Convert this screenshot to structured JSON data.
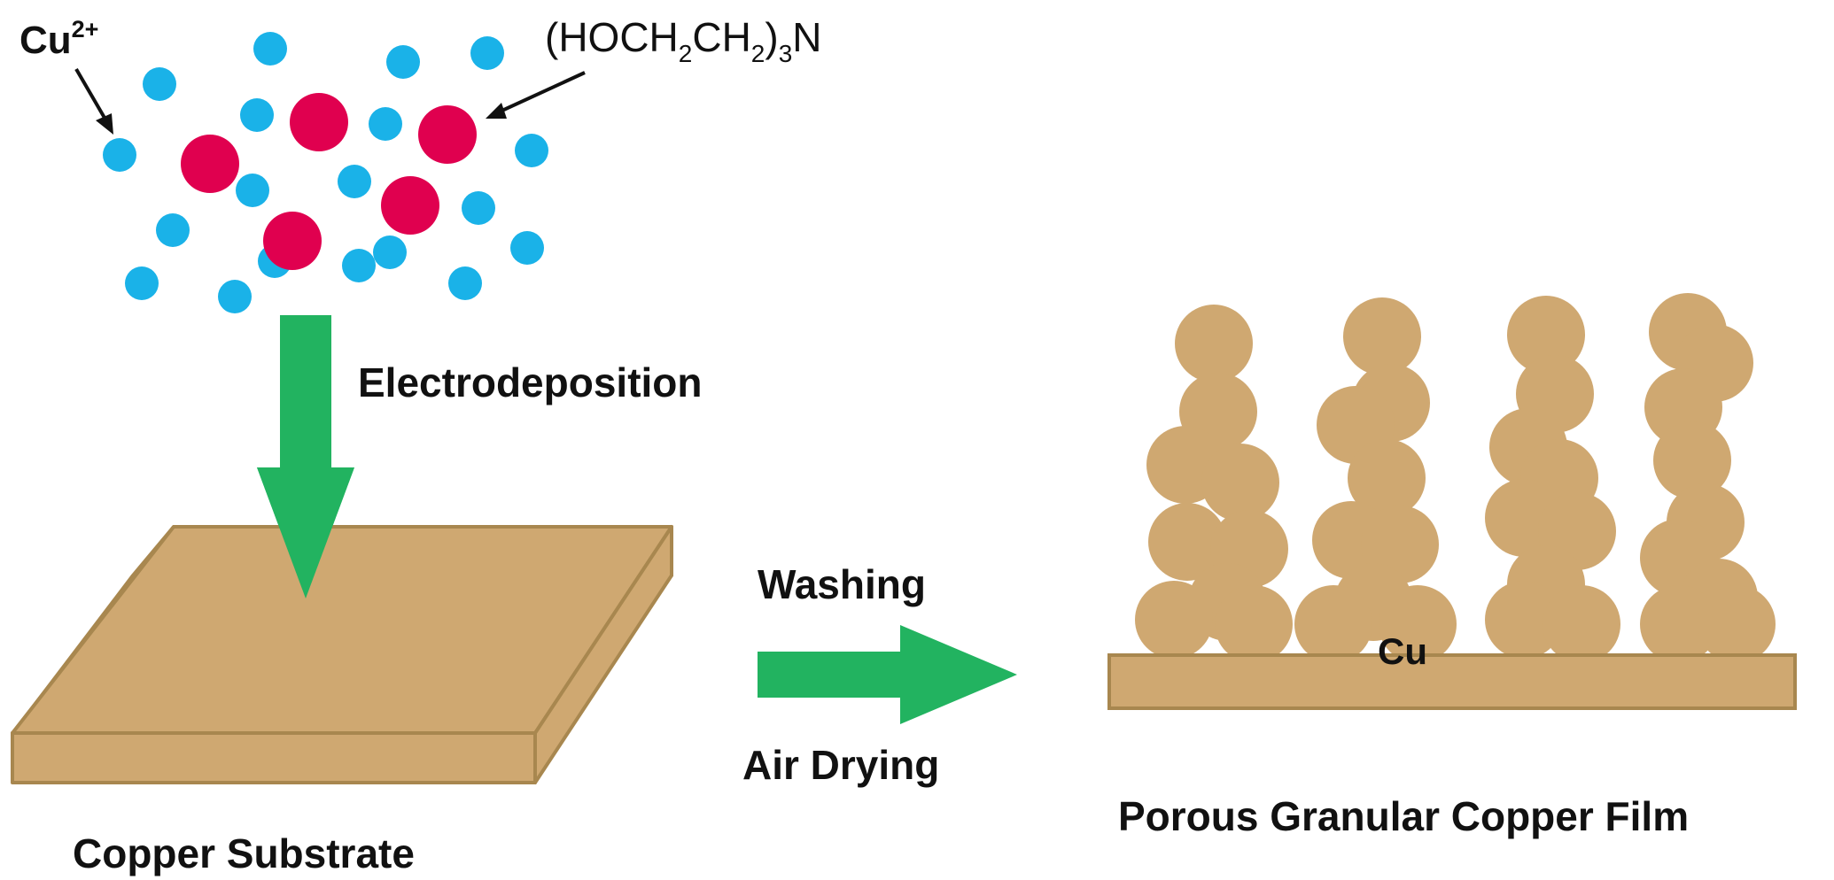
{
  "labels": {
    "cu_ion": "Cu",
    "cu_ion_charge": "2+",
    "ligand_prefix": "(HOCH",
    "ligand_sub1": "2",
    "ligand_mid": "CH",
    "ligand_sub2": "2",
    "ligand_paren": ")",
    "ligand_sub3": "3",
    "ligand_suffix": "N",
    "electrodeposition": "Electrodeposition",
    "washing": "Washing",
    "air_drying": "Air Drying",
    "substrate": "Copper Substrate",
    "film_base": "Cu",
    "film_title": "Porous Granular Copper Film"
  },
  "colors": {
    "cu_ion": "#1ab2e8",
    "ligand": "#e0004f",
    "arrow": "#22b360",
    "copper_fill": "#cfa871",
    "copper_edge": "#a8874f",
    "text": "#111111"
  },
  "icons": {
    "ion": "blue-dot",
    "ligand": "red-dot",
    "process_arrow": "green-block-arrow"
  }
}
